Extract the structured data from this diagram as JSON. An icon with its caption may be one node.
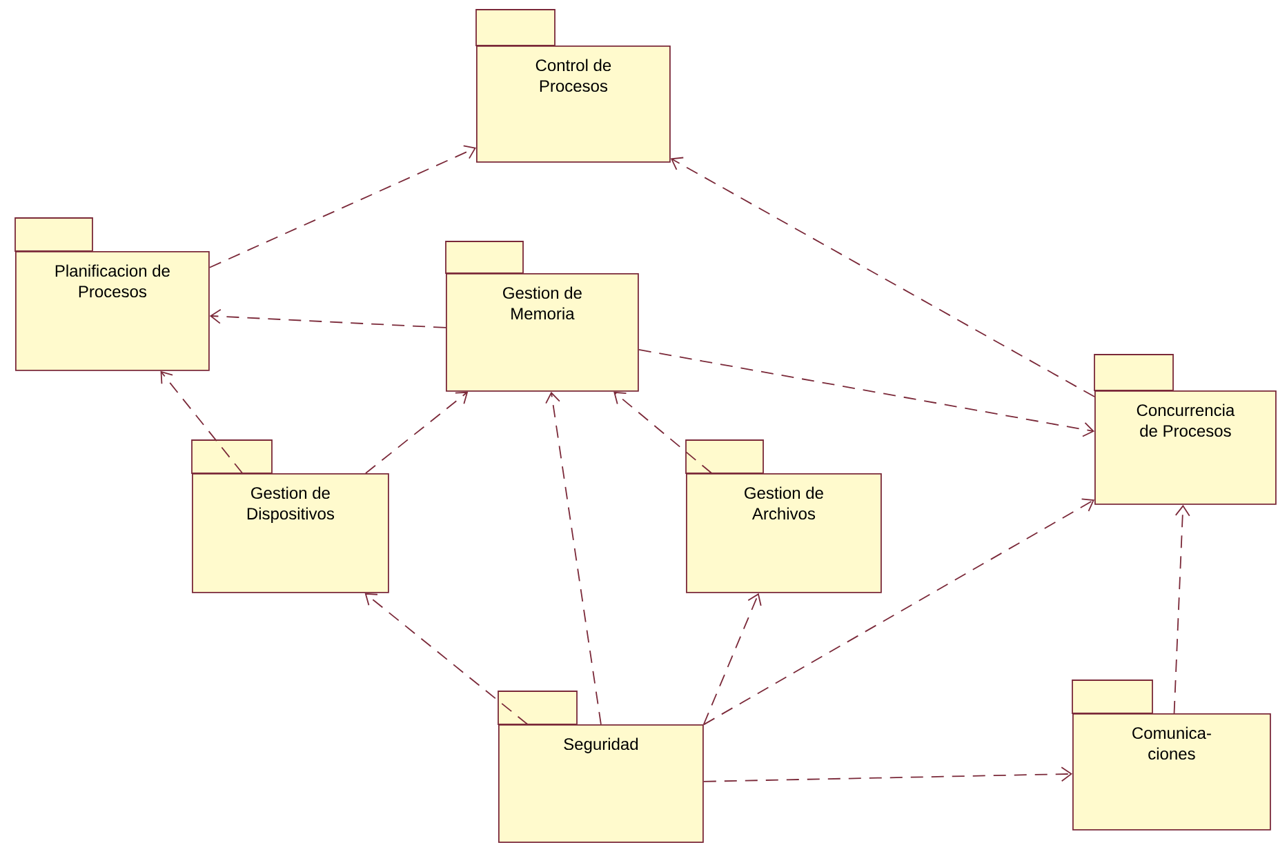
{
  "diagram": {
    "nodes": [
      {
        "text": [
          "Control de Procesos"
        ]
      },
      {
        "text": [
          "Planificacion de Procesos"
        ]
      },
      {
        "text": [
          "Gestion de Memoria"
        ]
      },
      {
        "text": [
          "Concurrencia de Procesos"
        ]
      },
      {
        "text": [
          "Gestion de Dispositivos"
        ]
      },
      {
        "text": [
          "Gestion de Archivos"
        ]
      },
      {
        "text": [
          "Seguridad"
        ]
      },
      {
        "text": [
          "Comunica- ciones"
        ]
      }
    ],
    "edges": [
      {
        "from": 1,
        "to": 0,
        "arrow": "to",
        "style": "dashed"
      },
      {
        "from": 3,
        "to": 0,
        "arrow": "to",
        "style": "dashed"
      },
      {
        "from": 2,
        "to": 1,
        "arrow": "to",
        "style": "dashed"
      },
      {
        "from": 2,
        "to": 3,
        "arrow": "to",
        "style": "dashed"
      },
      {
        "from": 4,
        "to": 1,
        "arrow": "to",
        "style": "dashed"
      },
      {
        "from": 4,
        "to": 2,
        "arrow": "to",
        "style": "dashed"
      },
      {
        "from": 6,
        "to": 2,
        "arrow": "to",
        "style": "dashed"
      },
      {
        "from": 5,
        "to": 2,
        "arrow": "to",
        "style": "dashed"
      },
      {
        "from": 6,
        "to": 4,
        "arrow": "to",
        "style": "dashed"
      },
      {
        "from": 6,
        "to": 5,
        "arrow": "to",
        "style": "dashed"
      },
      {
        "from": 6,
        "to": 3,
        "arrow": "to",
        "style": "dashed"
      },
      {
        "from": 6,
        "to": 7,
        "arrow": "to",
        "style": "dashed"
      },
      {
        "from": 7,
        "to": 3,
        "arrow": "to",
        "style": "dashed"
      }
    ]
  }
}
